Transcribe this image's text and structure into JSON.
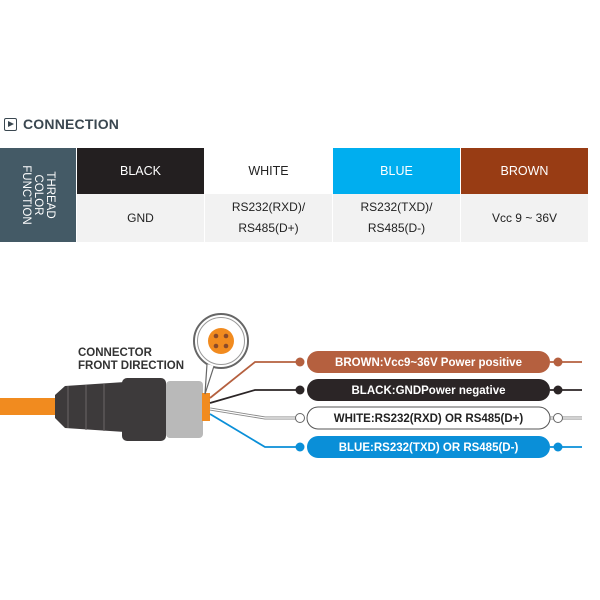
{
  "section": {
    "icon": "play-icon",
    "title": "CONNECTION"
  },
  "table": {
    "header": "THREAD\nCOLOR\nFUNCTION",
    "columns": [
      {
        "color_name": "BLACK",
        "function": "GND",
        "bg": "#231f20",
        "fg": "#ffffff"
      },
      {
        "color_name": "WHITE",
        "function": "RS232(RXD)/\nRS485(D+)",
        "bg": "#ffffff",
        "fg": "#222222"
      },
      {
        "color_name": "BLUE",
        "function": "RS232(TXD)/\nRS485(D-)",
        "bg": "#00aeef",
        "fg": "#ffffff"
      },
      {
        "color_name": "BROWN",
        "function": "Vcc 9 ~ 36V",
        "bg": "#983c14",
        "fg": "#ffffff"
      }
    ]
  },
  "diagram": {
    "connector_label": "CONNECTOR\nFRONT DIRECTION",
    "cable_color": "#f18b1f",
    "wires": [
      {
        "name": "brown",
        "label": "BROWN:Vcc9~36V Power positive",
        "fill": "#b5603f",
        "text": "#ffffff",
        "line": "#b5603f"
      },
      {
        "name": "black",
        "label": "BLACK:GNDPower negative",
        "fill": "#2b2526",
        "text": "#ffffff",
        "line": "#2b2526"
      },
      {
        "name": "white",
        "label": "WHITE:RS232(RXD) OR RS485(D+)",
        "fill": "#ffffff",
        "text": "#222222",
        "line": "#888888"
      },
      {
        "name": "blue",
        "label": "BLUE:RS232(TXD) OR RS485(D-)",
        "fill": "#0a8fd8",
        "text": "#ffffff",
        "line": "#0a8fd8"
      }
    ]
  }
}
